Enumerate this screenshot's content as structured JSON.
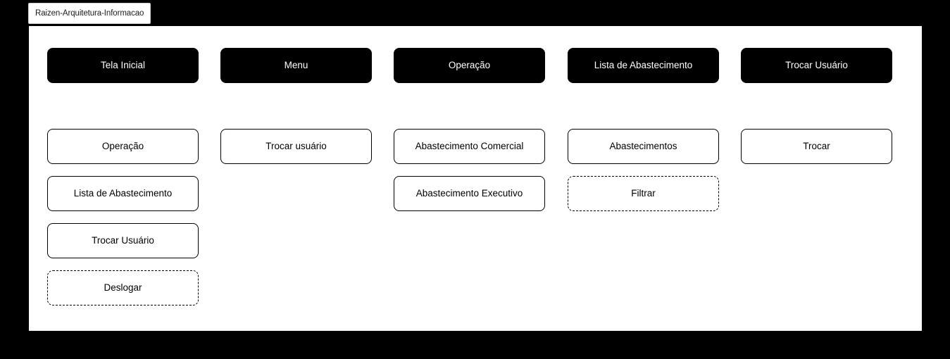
{
  "tab": {
    "label": "Raizen-Arquitetura-Informacao"
  },
  "colors": {
    "page_background": "#000000",
    "canvas_background": "#ffffff",
    "header_button_fill": "#000000",
    "header_button_text": "#ffffff",
    "body_button_fill": "#ffffff",
    "body_button_border": "#000000",
    "body_button_text": "#000000",
    "tab_border": "#cfcfcf"
  },
  "columns": [
    {
      "header": {
        "label": "Tela Inicial",
        "style": "solid-filled"
      },
      "items": [
        {
          "label": "Operação",
          "style": "solid"
        },
        {
          "label": "Lista de Abastecimento",
          "style": "solid"
        },
        {
          "label": "Trocar Usuário",
          "style": "solid"
        },
        {
          "label": "Deslogar",
          "style": "dashed"
        }
      ]
    },
    {
      "header": {
        "label": "Menu",
        "style": "solid-filled"
      },
      "items": [
        {
          "label": "Trocar usuário",
          "style": "solid"
        }
      ]
    },
    {
      "header": {
        "label": "Operação",
        "style": "solid-filled"
      },
      "items": [
        {
          "label": "Abastecimento Comercial",
          "style": "solid"
        },
        {
          "label": "Abastecimento Executivo",
          "style": "solid"
        }
      ]
    },
    {
      "header": {
        "label": "Lista de Abastecimento",
        "style": "solid-filled"
      },
      "items": [
        {
          "label": "Abastecimentos",
          "style": "solid"
        },
        {
          "label": "Filtrar",
          "style": "dashed"
        }
      ]
    },
    {
      "header": {
        "label": "Trocar Usuário",
        "style": "solid-filled"
      },
      "items": [
        {
          "label": "Trocar",
          "style": "solid"
        }
      ]
    }
  ]
}
